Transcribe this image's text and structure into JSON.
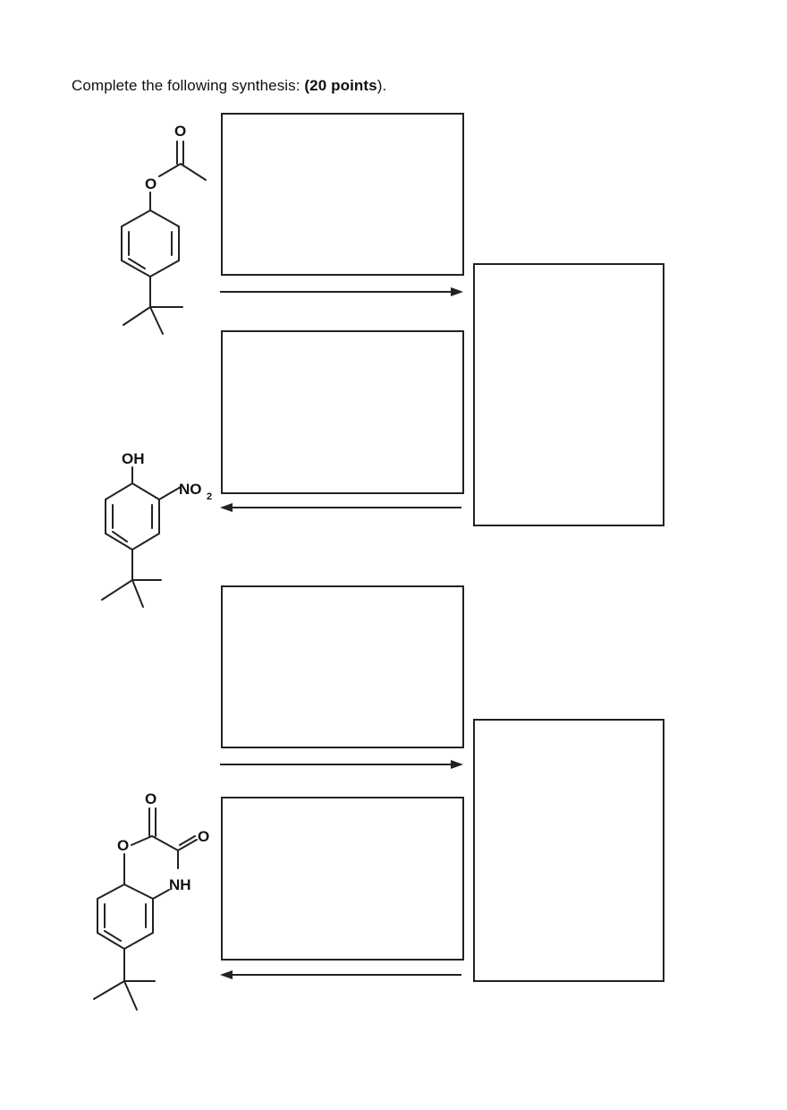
{
  "question": {
    "text": "Complete the following synthesis: ",
    "points_label": "(20 points",
    "closing": ")."
  },
  "molecules": {
    "acetate": {
      "oxygen_ester": "O",
      "oxygen_carbonyl": "O"
    },
    "nitrophenol": {
      "hydroxyl": "OH",
      "nitro_main": "NO",
      "nitro_sub": "2"
    },
    "benzoxazinedione": {
      "oxygen_ring": "O",
      "oxygen_carbonyl_1": "O",
      "oxygen_carbonyl_2": "O",
      "amide": "NH"
    }
  },
  "arrows": [
    {
      "direction": "right"
    },
    {
      "direction": "left"
    },
    {
      "direction": "right"
    },
    {
      "direction": "left"
    }
  ],
  "answer_boxes": [
    "box-1",
    "box-2",
    "box-3",
    "box-4",
    "box-5",
    "box-6"
  ]
}
